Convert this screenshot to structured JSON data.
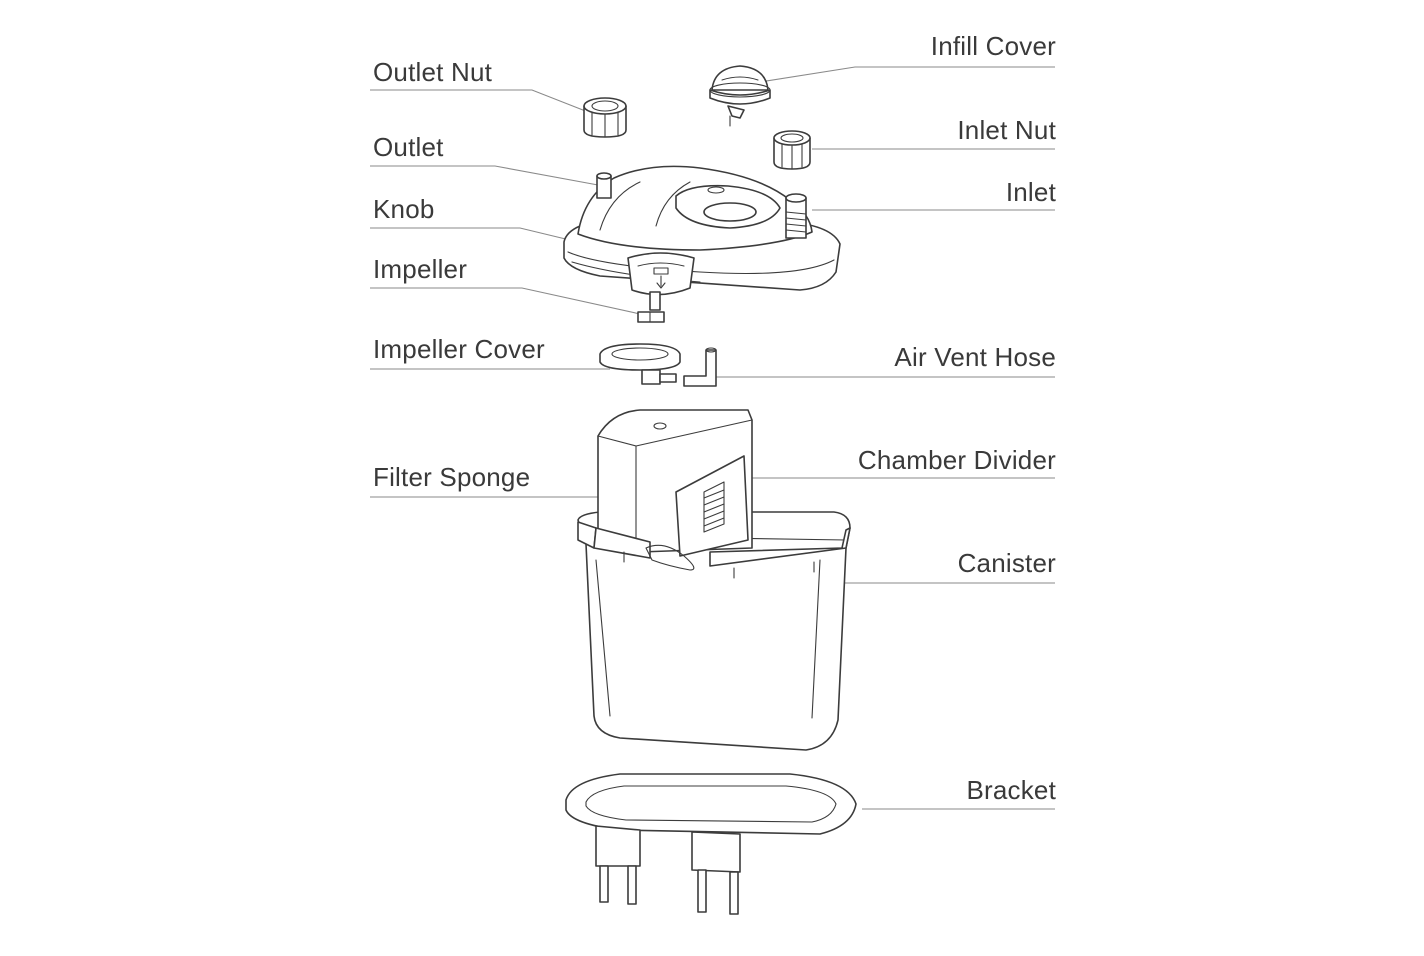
{
  "labels": {
    "outlet_nut": "Outlet Nut",
    "infill_cover": "Infill Cover",
    "inlet_nut": "Inlet Nut",
    "outlet": "Outlet",
    "inlet": "Inlet",
    "knob": "Knob",
    "impeller": "Impeller",
    "impeller_cover": "Impeller Cover",
    "air_vent_hose": "Air Vent Hose",
    "filter_sponge": "Filter Sponge",
    "chamber_divider": "Chamber Divider",
    "canister": "Canister",
    "bracket": "Bracket"
  },
  "colors": {
    "line": "#3c3c3c",
    "leader": "#8a8a8a",
    "text": "#3a3a3a",
    "background": "#ffffff"
  }
}
